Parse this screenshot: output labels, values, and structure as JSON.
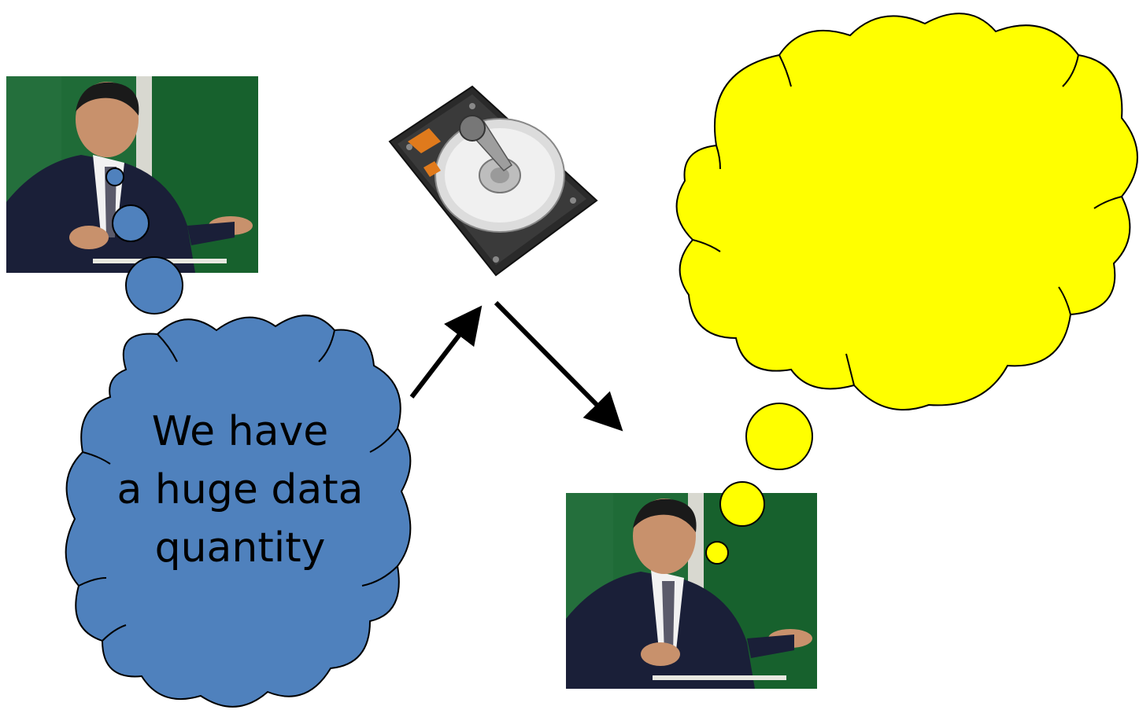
{
  "colors": {
    "blue_cloud": "#4f81bd",
    "yellow_cloud": "#ffff00",
    "outline": "#000000",
    "arrow": "#000000",
    "backdrop_green": "#1e6a36"
  },
  "icons": {
    "hard_drive": "hard-drive-icon"
  },
  "blue_thought": {
    "lines": [
      "We have",
      "a huge data",
      "quantity"
    ]
  },
  "yellow_thought": {
    "lines": []
  }
}
